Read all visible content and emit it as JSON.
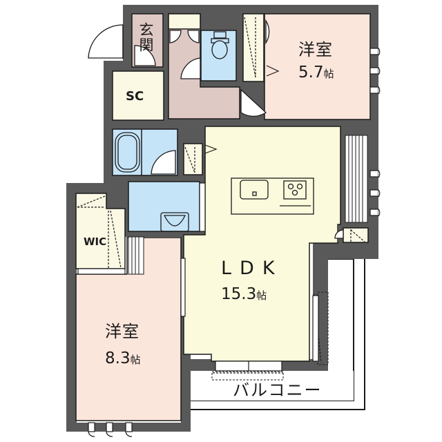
{
  "floor_plan": {
    "colors": {
      "wall": "#595959",
      "bedroom": "#fbe6dc",
      "hall": "#dfc9c4",
      "ldk": "#fbfadc",
      "storage": "#fbf8e4",
      "water": "#c6e4f8",
      "outline": "#1a1a1a",
      "balcony": "#ffffff"
    },
    "rooms": {
      "entrance": {
        "name": "玄関"
      },
      "shoe_closet": {
        "name": "SC"
      },
      "bedroom_north": {
        "name": "洋室",
        "size_value": "5.7",
        "size_unit": "帖"
      },
      "ldk": {
        "name": "LDK",
        "size_value": "15.3",
        "size_unit": "帖"
      },
      "bedroom_south": {
        "name": "洋室",
        "size_value": "8.3",
        "size_unit": "帖"
      },
      "wic": {
        "name": "WIC"
      },
      "balcony": {
        "name": "バルコニー"
      }
    }
  }
}
